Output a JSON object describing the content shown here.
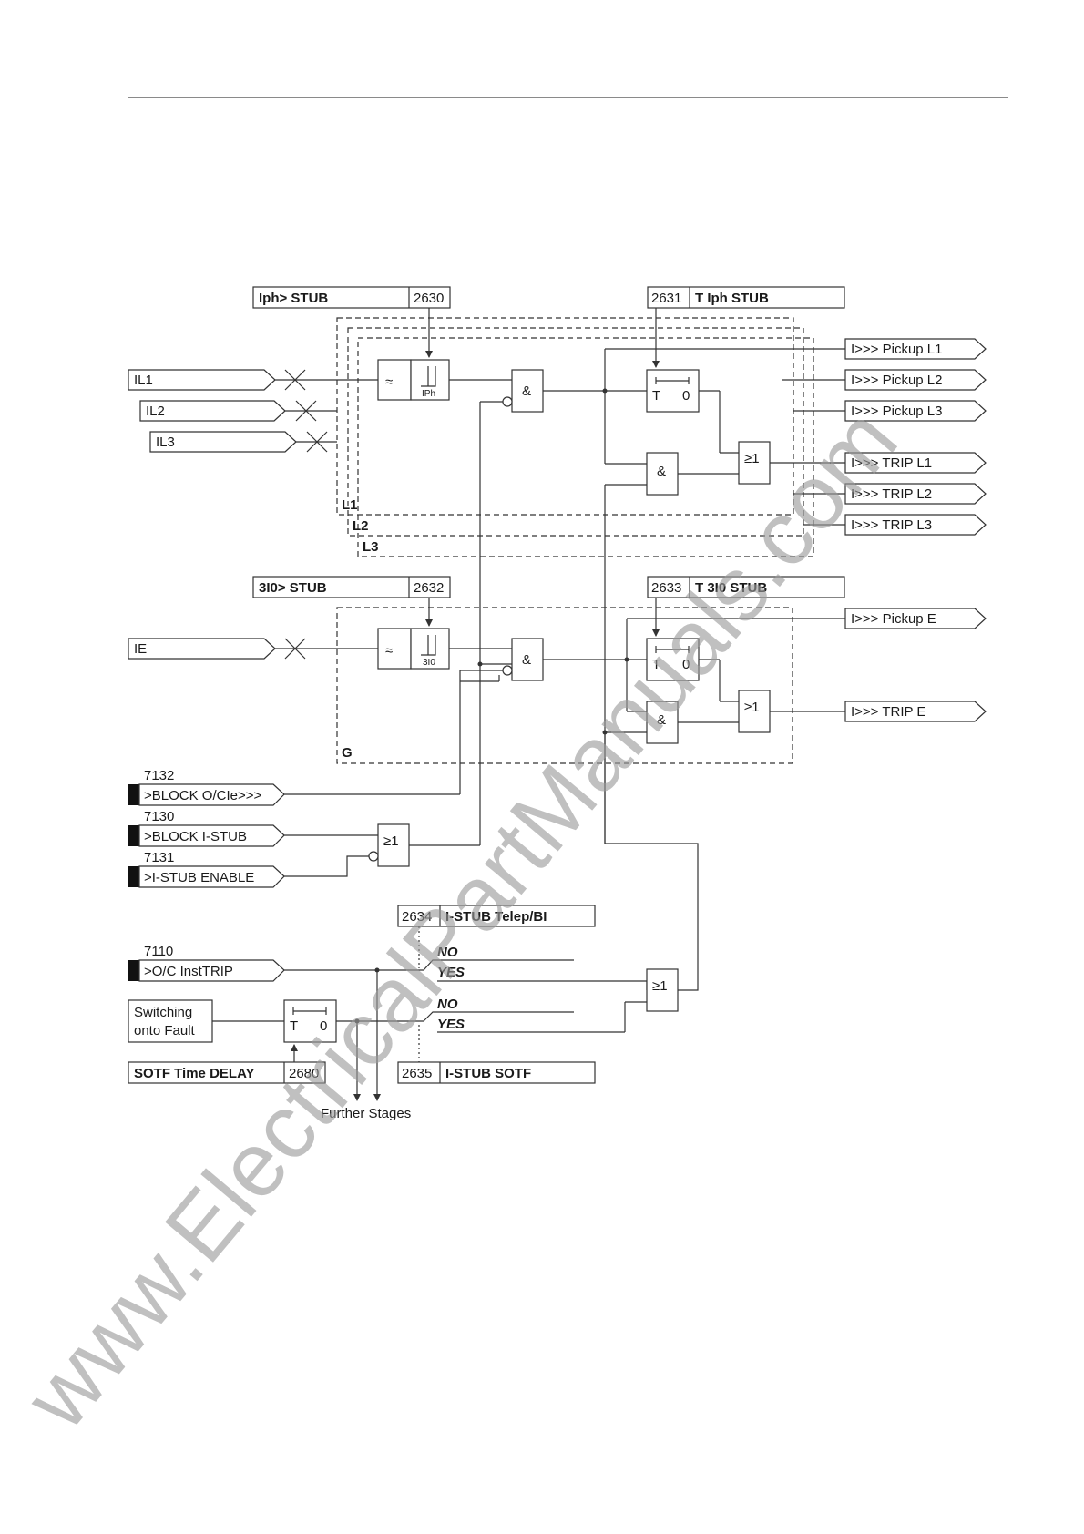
{
  "params": {
    "iph_stub": {
      "label": "Iph> STUB",
      "number": "2630"
    },
    "t_iph_stub": {
      "label": "T Iph STUB",
      "number": "2631"
    },
    "i0_stub": {
      "label": "3I0> STUB",
      "number": "2632"
    },
    "t_i0_stub": {
      "label": "T 3I0 STUB",
      "number": "2633"
    },
    "telep": {
      "label": "I-STUB Telep/BI",
      "number": "2634"
    },
    "sotf": {
      "label": "I-STUB SOTF",
      "number": "2635"
    },
    "sotf_delay": {
      "label": "SOTF Time DELAY",
      "number": "2680"
    }
  },
  "inputs": {
    "il1": "IL1",
    "il2": "IL2",
    "il3": "IL3",
    "ie": "IE",
    "block_oc": {
      "number": "7132",
      "label": ">BLOCK O/CIe>>>"
    },
    "block_stub": {
      "number": "7130",
      "label": ">BLOCK I-STUB"
    },
    "stub_enable": {
      "number": "7131",
      "label": ">I-STUB ENABLE"
    },
    "oc_insttrip": {
      "number": "7110",
      "label": ">O/C InstTRIP"
    },
    "sotf_source": {
      "line1": "Switching",
      "line2": "onto Fault"
    }
  },
  "outputs": {
    "pickup_l1": "I>>> Pickup L1",
    "pickup_l2": "I>>> Pickup L2",
    "pickup_l3": "I>>> Pickup L3",
    "trip_l1": "I>>> TRIP L1",
    "trip_l2": "I>>> TRIP L2",
    "trip_l3": "I>>> TRIP L3",
    "pickup_e": "I>>> Pickup E",
    "trip_e": "I>>> TRIP E"
  },
  "gates": {
    "and": "&",
    "or": "≥1",
    "timer_t": "T",
    "timer_zero": "0"
  },
  "elements": {
    "iph": "IPh",
    "i0": "3I0",
    "filter": "≈"
  },
  "zones": {
    "l1": "L1",
    "l2": "L2",
    "l3": "L3",
    "g": "G"
  },
  "switch": {
    "no": "NO",
    "yes": "YES"
  },
  "further_stages": "Further Stages",
  "watermark": "www.ElectricalPartManuals.com"
}
